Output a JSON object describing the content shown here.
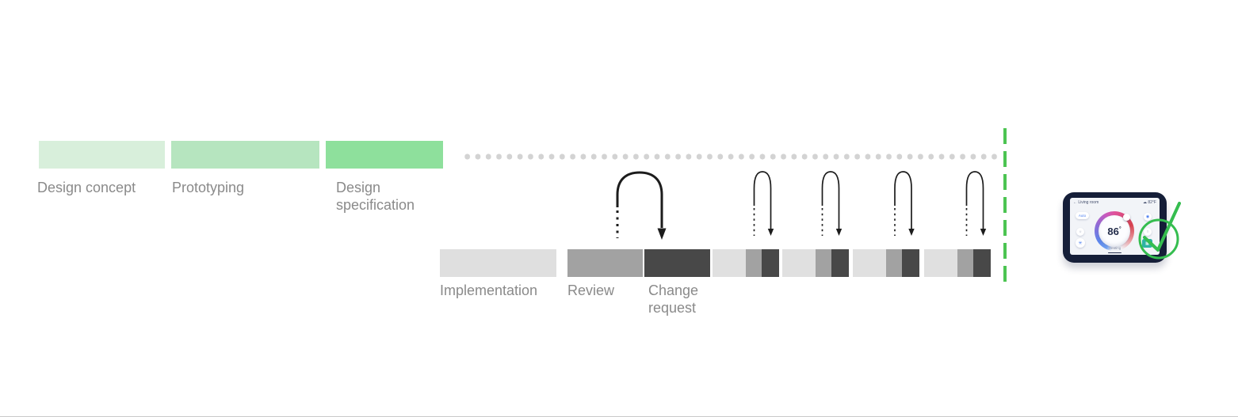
{
  "design_phases": [
    {
      "label": "Design concept",
      "color": "#d8efdb"
    },
    {
      "label": "Prototyping",
      "color": "#b6e5bf"
    },
    {
      "label": "Design specification",
      "color": "#8ee09c"
    }
  ],
  "dev_phases": [
    {
      "label": "Implementation",
      "color": "#dfdfdf"
    },
    {
      "label": "Review",
      "color": "#a2a2a2"
    },
    {
      "label": "Change request",
      "color": "#484848"
    }
  ],
  "iteration_cycles": {
    "count": 4,
    "block_colors": [
      "#e0e0e0",
      "#a2a2a2",
      "#484848"
    ]
  },
  "separators": {
    "dotted_line_color": "#d3d3d3",
    "release_dash_color": "#4cc452",
    "loop_arrow_color": "#1c1c1c"
  },
  "thermostat": {
    "back_arrow": "←",
    "room_label": "Living room",
    "weather_icon": "☁",
    "outdoor_temp": "82°F",
    "target_temp": "86",
    "target_temp_degree": "°",
    "mode_label": "Auto",
    "status_label": "Heating",
    "accent_green": "#35bd4f",
    "frame_color": "#151e38",
    "menu_button_color": "#2eb3a3"
  }
}
